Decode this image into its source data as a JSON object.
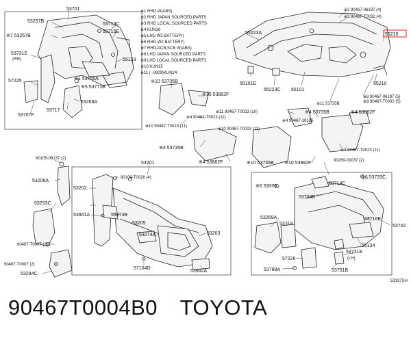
{
  "caption": {
    "part_number": "90467T0004B0",
    "brand": "TOYOTA"
  },
  "figure_code": "53197SH",
  "notes": [
    "※1 RHD W(ABS)",
    "※2 RHD JAPAN SOURCED PARTS",
    "※3 RHD LOCAL SOURCED PARTS",
    "※4 KUN26",
    "※5 LHD W2 BATTERY)",
    "※6 RHD W2 BATTERY)",
    "※7 RHD,DCB,SCB W(ABS)",
    "※8 LHD JAPAN SOURCED PARTS",
    "※9 LHD LOCAL SOURCED PARTS",
    "※10 KUN15",
    "※11 ( -0909)KUN24"
  ],
  "labels": {
    "a1": "53701",
    "a2": "53257B",
    "a3": "※7 53257B",
    "a4": "53713C",
    "a5": "53715E",
    "a6": "53731E",
    "a7": "(RH)",
    "a8": "55133",
    "a9": "※1 53755A",
    "a10": "※5 53771B",
    "a11": "57225",
    "a12": "53717",
    "a13": "53268A",
    "a14": "53707F",
    "b1": "※2 90467-06197 (4)",
    "b2": "※3 90467-T0032 (4)",
    "b3": "55223A",
    "b4": "55210",
    "b5": "55101E",
    "b6": "55223C",
    "b7": "55101",
    "b8": "55210",
    "b9": "※11 53735B",
    "b10": "※8 90467-06197 (5)",
    "b11": "※9 90467-T0032 (5)",
    "c1": "※10 53735B",
    "c2": "※10 53882F",
    "c3": "※4 90467-T0023 (11)",
    "c4": "※10 90467-T0023 (11)",
    "c5": "※4 53735B",
    "c6": "※4 53882F",
    "c7": "※11 90467-T0023 (10)",
    "c8": "※4 53735B",
    "c9": "※4 53882F",
    "c10": "※4 90467-10135",
    "c11": "※10 90467-T0023 (11)",
    "c12": "※4 90467-T0023 (11)",
    "c13": "※10 53735B",
    "c14": "※10 53882F",
    "d1": "90105-06137 (2)",
    "d2": "53208A",
    "d3": "53293C",
    "d4": "90467-T0007 (2)",
    "d5": "90467-T0007 (2)",
    "d6": "53294C",
    "e1": "53201",
    "e2": "90109-T0028 (4)",
    "e3": "53202",
    "e4": "53941A",
    "e5": "53273B",
    "e6": "53205",
    "e7": "53274A",
    "e8": "53203",
    "e9": "57104D",
    "e10": "53942A",
    "f1": "90269-03037 (2)",
    "f2": "※6 53779",
    "f3": "53714C",
    "f4": "※6 53733C",
    "f5": "53704B",
    "f6": "53269A",
    "f7": "53718",
    "f8": "53716E",
    "f9": "53702",
    "f10": "55134",
    "f11": "53731E",
    "f12": "(LH)",
    "f13": "57226",
    "f14": "53788A",
    "f15": "53751B"
  }
}
